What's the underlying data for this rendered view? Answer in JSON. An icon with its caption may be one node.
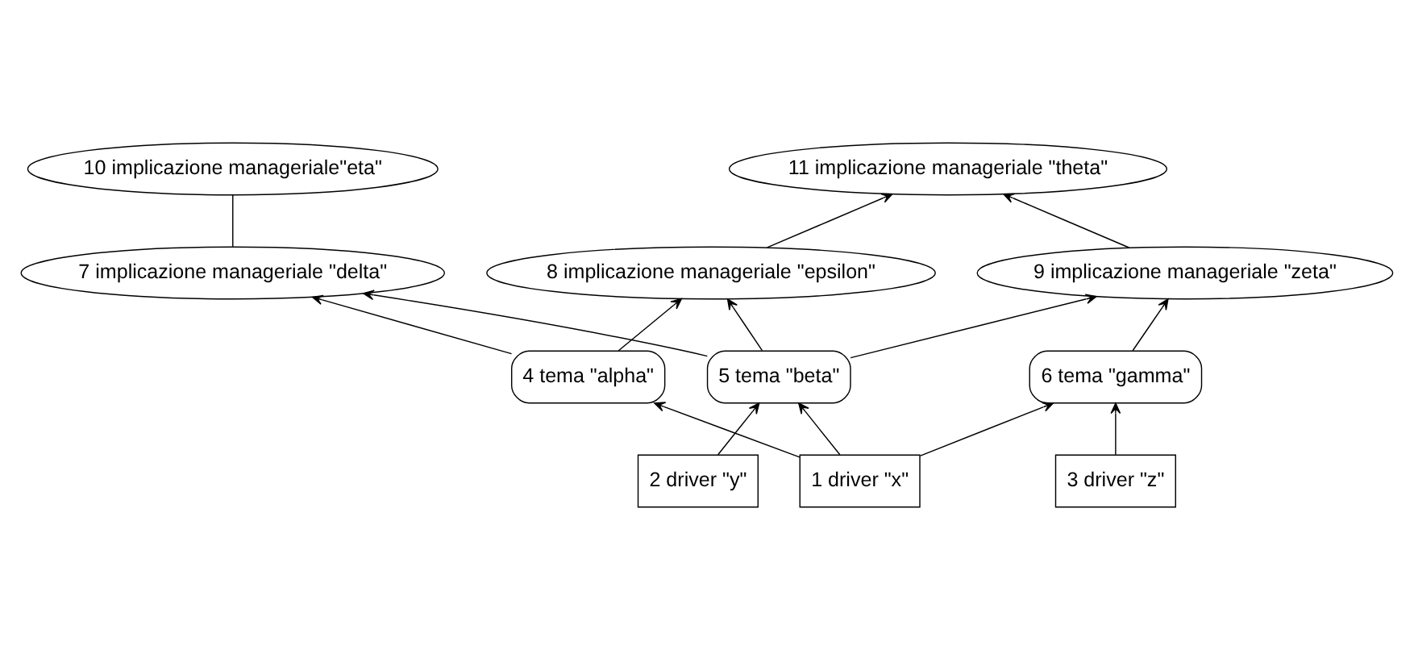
{
  "diagram": {
    "nodes": [
      {
        "text": [
          "10 implicazione manageriale\"eta\""
        ]
      },
      {
        "text": [
          "11 implicazione manageriale \"theta\""
        ]
      },
      {
        "text": [
          "7 implicazione manageriale \"delta\""
        ]
      },
      {
        "text": [
          "8 implicazione manageriale \"epsilon\""
        ]
      },
      {
        "text": [
          "9 implicazione manageriale \"zeta\""
        ]
      },
      {
        "text": [
          "4 tema \"alpha\""
        ]
      },
      {
        "text": [
          "5 tema \"beta\""
        ]
      },
      {
        "text": [
          "6 tema \"gamma\""
        ]
      },
      {
        "text": [
          "1 driver \"x\""
        ]
      },
      {
        "text": [
          "2 driver \"y\""
        ]
      },
      {
        "text": [
          "3 driver \"z\""
        ]
      }
    ],
    "edges": [
      {
        "from": 8,
        "to": 5,
        "arrow": "to"
      },
      {
        "from": 8,
        "to": 6,
        "arrow": "to"
      },
      {
        "from": 8,
        "to": 7,
        "arrow": "to"
      },
      {
        "from": 9,
        "to": 6,
        "arrow": "to"
      },
      {
        "from": 10,
        "to": 7,
        "arrow": "to"
      },
      {
        "from": 5,
        "to": 2,
        "arrow": "to"
      },
      {
        "from": 5,
        "to": 3,
        "arrow": "to"
      },
      {
        "from": 6,
        "to": 2,
        "arrow": "to"
      },
      {
        "from": 6,
        "to": 3,
        "arrow": "to"
      },
      {
        "from": 6,
        "to": 4,
        "arrow": "to"
      },
      {
        "from": 7,
        "to": 4,
        "arrow": "to"
      },
      {
        "from": 2,
        "to": 0,
        "arrow": "none"
      },
      {
        "from": 3,
        "to": 1,
        "arrow": "to"
      },
      {
        "from": 4,
        "to": 1,
        "arrow": "to"
      }
    ]
  }
}
